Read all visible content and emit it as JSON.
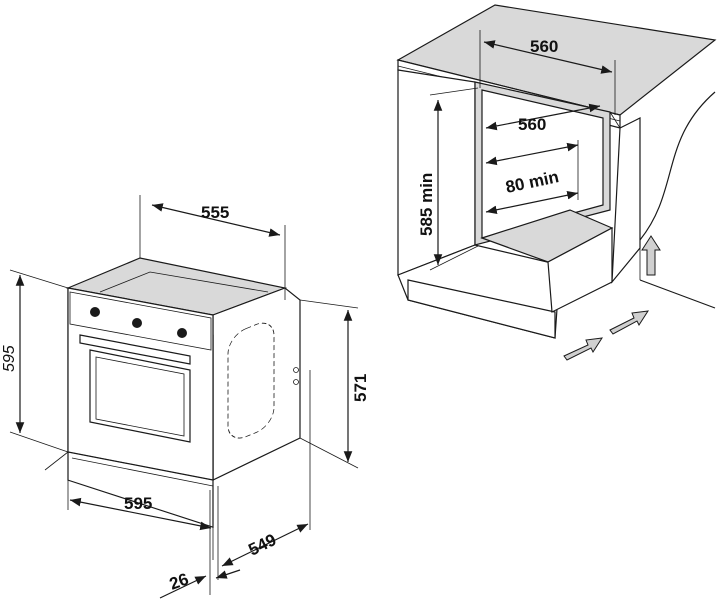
{
  "oven": {
    "width": "555",
    "front_width": "595",
    "height_front": "595",
    "height_body": "571",
    "depth": "549",
    "panel_depth": "26"
  },
  "cabinet": {
    "top_width": "560",
    "inner_width": "560",
    "inner_height": "585 min",
    "vent_depth": "80 min"
  }
}
